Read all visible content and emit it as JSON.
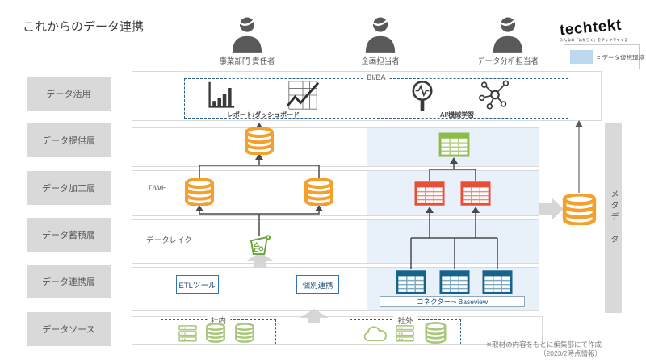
{
  "title": "これからのデータ連携",
  "personas": [
    {
      "label": "事業部門 責任者"
    },
    {
      "label": "企画担当者"
    },
    {
      "label": "データ分析担当者"
    }
  ],
  "logo": {
    "name": "techtekt",
    "tagline": "みんなの「はたらく」をテックでつくる"
  },
  "legend": {
    "label": "= データ仮想環境",
    "swatch_color": "#BDD7EE"
  },
  "layers": {
    "items": [
      {
        "label": "データ活用"
      },
      {
        "label": "データ提供層"
      },
      {
        "label": "データ加工層"
      },
      {
        "label": "データ蓄積層"
      },
      {
        "label": "データ連携層"
      },
      {
        "label": "データソース"
      }
    ]
  },
  "bi_ba": {
    "title": "BI/BA",
    "report_label": "レポート/ダッシュボード",
    "ai_label": "AI/機械学習",
    "icons": [
      "bar-chart-icon",
      "line-chart-icon",
      "magnifier-pulse-icon",
      "network-icon"
    ]
  },
  "processing": {
    "dwh_label": "DWH"
  },
  "storage": {
    "datalake_label": "データレイク"
  },
  "integration": {
    "etl_label": "ETLツール",
    "individual_label": "個別連携",
    "connector_label": "コネクター⇒ Baseview"
  },
  "sources": {
    "internal_label": "社内",
    "external_label": "社外"
  },
  "metadata": {
    "label": "メタデータ"
  },
  "footnote": {
    "line1": "※取材の内容をもとに編集部にて作成",
    "line2": "（2023/2時点情報）"
  },
  "colors": {
    "db_orange": "#F5A02D",
    "table_red": "#E94F38",
    "table_green": "#8FBC49",
    "table_blue": "#16638C",
    "source_green": "#A9C87E",
    "bucket_green": "#6BA43F",
    "virtual_env_bg": "#E8F1FA",
    "legend_swatch": "#BDD7EE",
    "dashed_border": "#2C608C",
    "gray_box": "#D9D9D9"
  }
}
